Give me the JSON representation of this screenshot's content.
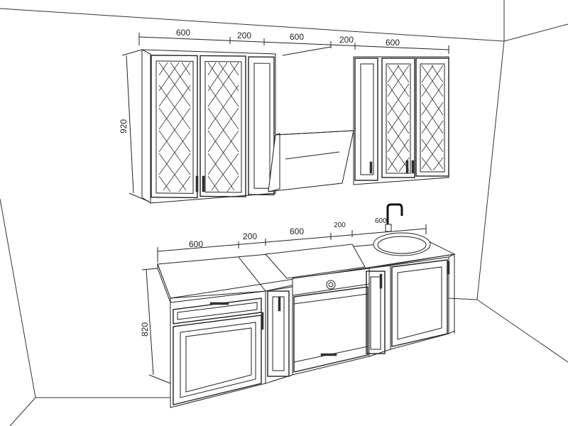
{
  "dimensions": {
    "upper": {
      "widths": [
        "600",
        "200",
        "600",
        "200",
        "600"
      ],
      "height": "920"
    },
    "lower": {
      "widths": [
        "600",
        "200",
        "600",
        "200",
        "600"
      ],
      "height": "820"
    }
  }
}
